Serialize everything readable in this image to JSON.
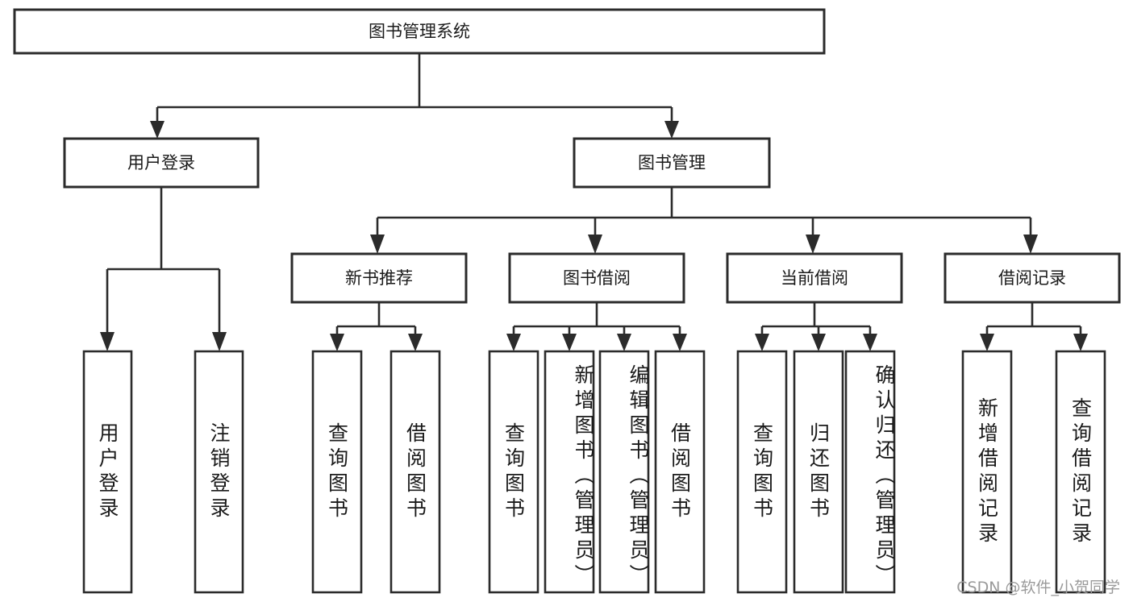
{
  "diagram": {
    "title": "图书管理系统",
    "type": "tree",
    "root": {
      "id": "root",
      "label": "图书管理系统",
      "orientation": "horizontal"
    },
    "level1": [
      {
        "id": "user-login",
        "label": "用户登录",
        "orientation": "horizontal"
      },
      {
        "id": "book-manage",
        "label": "图书管理",
        "orientation": "horizontal"
      }
    ],
    "level2": [
      {
        "id": "new-book-rec",
        "label": "新书推荐",
        "orientation": "horizontal",
        "parent": "book-manage"
      },
      {
        "id": "book-borrow",
        "label": "图书借阅",
        "orientation": "horizontal",
        "parent": "book-manage"
      },
      {
        "id": "current-borrow",
        "label": "当前借阅",
        "orientation": "horizontal",
        "parent": "book-manage"
      },
      {
        "id": "borrow-record",
        "label": "借阅记录",
        "orientation": "horizontal",
        "parent": "book-manage"
      }
    ],
    "leaves": [
      {
        "id": "leaf-user-login",
        "label": "用户登录",
        "parent": "user-login",
        "orientation": "vertical"
      },
      {
        "id": "leaf-user-logout",
        "label": "注销登录",
        "parent": "user-login",
        "orientation": "vertical"
      },
      {
        "id": "leaf-query-book-1",
        "label": "查询图书",
        "parent": "new-book-rec",
        "orientation": "vertical"
      },
      {
        "id": "leaf-borrow-book-1",
        "label": "借阅图书",
        "parent": "new-book-rec",
        "orientation": "vertical"
      },
      {
        "id": "leaf-query-book-2",
        "label": "查询图书",
        "parent": "book-borrow",
        "orientation": "vertical"
      },
      {
        "id": "leaf-add-book",
        "label": "新增图书（管理员）",
        "parent": "book-borrow",
        "orientation": "vertical"
      },
      {
        "id": "leaf-edit-book",
        "label": "编辑图书（管理员）",
        "parent": "book-borrow",
        "orientation": "vertical"
      },
      {
        "id": "leaf-borrow-book-2",
        "label": "借阅图书",
        "parent": "book-borrow",
        "orientation": "vertical"
      },
      {
        "id": "leaf-query-book-3",
        "label": "查询图书",
        "parent": "current-borrow",
        "orientation": "vertical"
      },
      {
        "id": "leaf-return-book",
        "label": "归还图书",
        "parent": "current-borrow",
        "orientation": "vertical"
      },
      {
        "id": "leaf-confirm-return",
        "label": "确认归还（管理员）",
        "parent": "current-borrow",
        "orientation": "vertical"
      },
      {
        "id": "leaf-add-record",
        "label": "新增借阅记录",
        "parent": "borrow-record",
        "orientation": "vertical"
      },
      {
        "id": "leaf-query-record",
        "label": "查询借阅记录",
        "parent": "borrow-record",
        "orientation": "vertical"
      }
    ],
    "colors": {
      "stroke": "#2b2b2b",
      "fill": "#ffffff",
      "text": "#1a1a1a",
      "watermark": "#9a9a9a",
      "background": "#ffffff"
    }
  },
  "watermark": {
    "text": "CSDN @软件_小贺同学"
  }
}
